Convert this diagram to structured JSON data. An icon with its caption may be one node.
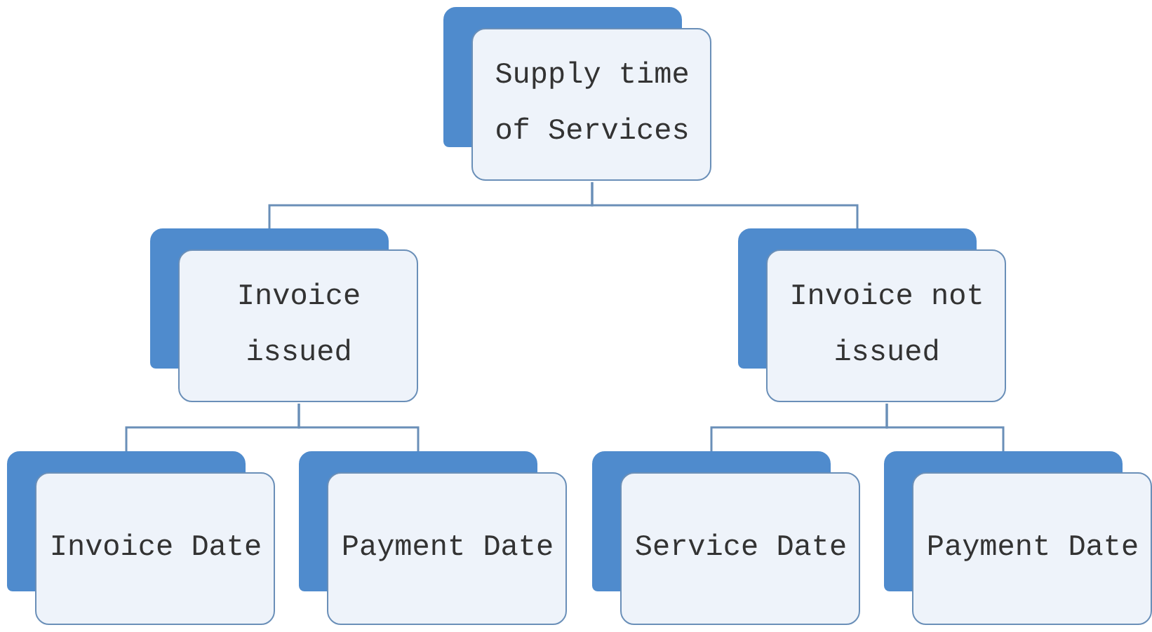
{
  "diagram": {
    "nodes": [
      {
        "text": [
          "Supply time of Services"
        ]
      },
      {
        "text": [
          "Invoice issued"
        ]
      },
      {
        "text": [
          "Invoice not issued"
        ]
      },
      {
        "text": [
          "Invoice Date"
        ]
      },
      {
        "text": [
          "Payment Date"
        ]
      },
      {
        "text": [
          "Service Date"
        ]
      },
      {
        "text": [
          "Payment Date"
        ]
      }
    ],
    "edges": [
      {
        "from": 0,
        "to": 1,
        "arrow": "none"
      },
      {
        "from": 0,
        "to": 2,
        "arrow": "none"
      },
      {
        "from": 1,
        "to": 3,
        "arrow": "none"
      },
      {
        "from": 1,
        "to": 4,
        "arrow": "none"
      },
      {
        "from": 2,
        "to": 5,
        "arrow": "none"
      },
      {
        "from": 2,
        "to": 6,
        "arrow": "none"
      }
    ]
  }
}
